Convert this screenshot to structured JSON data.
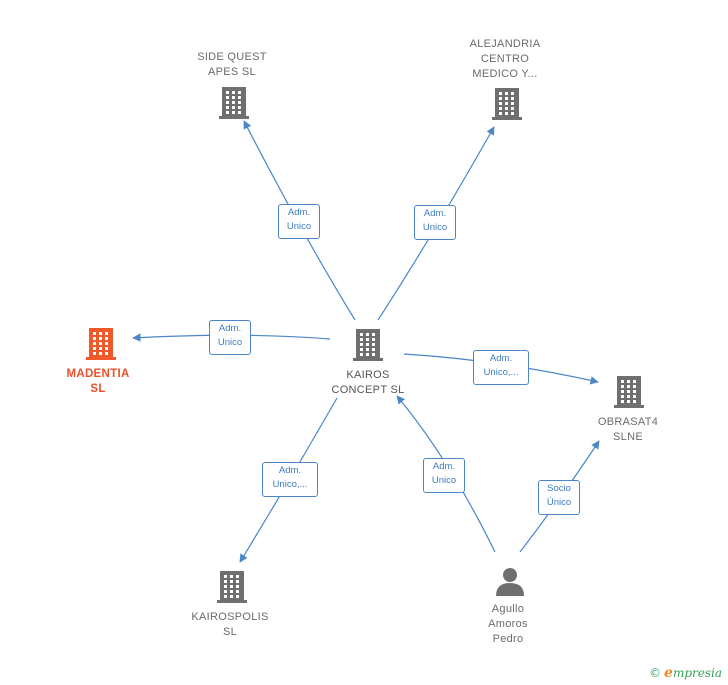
{
  "colors": {
    "edge": "#4a86c8",
    "company_icon": "#6f6f6f",
    "highlight_icon": "#f05a2b",
    "person_icon": "#6f6f6f"
  },
  "nodes": {
    "kairos": {
      "label": "KAIROS\nCONCEPT  SL",
      "icon": "building-icon"
    },
    "side_quest": {
      "label": "SIDE QUEST\nAPES  SL",
      "icon": "building-icon"
    },
    "alejandria": {
      "label": "ALEJANDRIA\nCENTRO\nMEDICO Y...",
      "icon": "building-icon"
    },
    "madentia": {
      "label": "MADENTIA\nSL",
      "icon": "building-icon"
    },
    "obrasat4": {
      "label": "OBRASAT4\nSLNE",
      "icon": "building-icon"
    },
    "kairospolis": {
      "label": "KAIROSPOLIS\nSL",
      "icon": "building-icon"
    },
    "agullo": {
      "label": "Agullo\nAmoros\nPedro",
      "icon": "person-icon"
    }
  },
  "edges": {
    "to_side_quest": "Adm.\nUnico",
    "to_alejandria": "Adm.\nUnico",
    "to_madentia": "Adm.\nUnico",
    "to_obrasat4": "Adm.\nUnico,...",
    "to_kairospolis": "Adm.\nUnico,...",
    "agullo_to_kairos": "Adm.\nUnico",
    "agullo_to_obrasat4": "Socio\nÚnico"
  },
  "footer": {
    "copyright": "©",
    "brand_initial": "e",
    "brand_rest": "mpresia"
  }
}
